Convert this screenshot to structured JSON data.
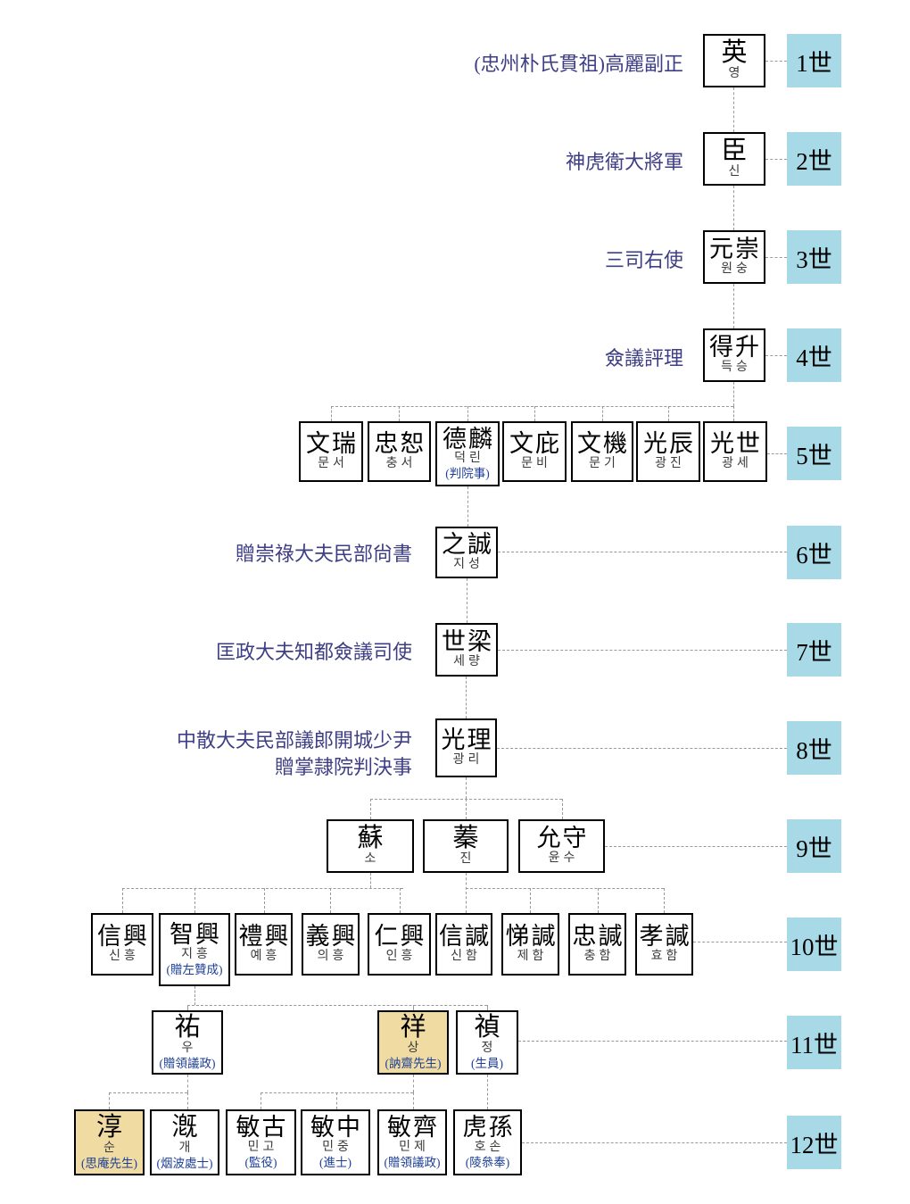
{
  "colors": {
    "badge_bg": "#a8d9e6",
    "highlight_bg": "#f0dca3",
    "side_label": "#3e3e85",
    "note_blue": "#1c3f96",
    "connector": "#999999"
  },
  "generations": [
    {
      "badge": "1世",
      "label": "(忠州朴氏貫祖)高麗副正",
      "persons": [
        {
          "hanja": "英",
          "hangul": "영"
        }
      ]
    },
    {
      "badge": "2世",
      "label": "神虎衛大將軍",
      "persons": [
        {
          "hanja": "臣",
          "hangul": "신"
        }
      ]
    },
    {
      "badge": "3世",
      "label": "三司右使",
      "persons": [
        {
          "hanja": "元崇",
          "hangul": "원숭"
        }
      ]
    },
    {
      "badge": "4世",
      "label": "僉議評理",
      "persons": [
        {
          "hanja": "得升",
          "hangul": "득승"
        }
      ]
    },
    {
      "badge": "5世",
      "persons": [
        {
          "hanja": "文瑞",
          "hangul": "문서"
        },
        {
          "hanja": "忠恕",
          "hangul": "충서"
        },
        {
          "hanja": "德麟",
          "hangul": "덕린",
          "note": "(判院事)"
        },
        {
          "hanja": "文庇",
          "hangul": "문비"
        },
        {
          "hanja": "文機",
          "hangul": "문기"
        },
        {
          "hanja": "光辰",
          "hangul": "광진"
        },
        {
          "hanja": "光世",
          "hangul": "광세"
        }
      ]
    },
    {
      "badge": "6世",
      "label": "贈崇祿大夫民部尙書",
      "persons": [
        {
          "hanja": "之誠",
          "hangul": "지성"
        }
      ]
    },
    {
      "badge": "7世",
      "label": "匡政大夫知都僉議司使",
      "persons": [
        {
          "hanja": "世梁",
          "hangul": "세량"
        }
      ]
    },
    {
      "badge": "8世",
      "label_lines": [
        "中散大夫民部議郞開城少尹",
        "贈掌隷院判決事"
      ],
      "persons": [
        {
          "hanja": "光理",
          "hangul": "광리"
        }
      ]
    },
    {
      "badge": "9世",
      "persons": [
        {
          "hanja": "蘇",
          "hangul": "소"
        },
        {
          "hanja": "蓁",
          "hangul": "진"
        },
        {
          "hanja": "允守",
          "hangul": "윤수"
        }
      ]
    },
    {
      "badge": "10世",
      "persons": [
        {
          "hanja": "信興",
          "hangul": "신흥"
        },
        {
          "hanja": "智興",
          "hangul": "지흥",
          "note": "(贈左贊成)"
        },
        {
          "hanja": "禮興",
          "hangul": "예흥"
        },
        {
          "hanja": "義興",
          "hangul": "의흥"
        },
        {
          "hanja": "仁興",
          "hangul": "인흥"
        },
        {
          "hanja": "信諴",
          "hangul": "신함"
        },
        {
          "hanja": "悌諴",
          "hangul": "제함"
        },
        {
          "hanja": "忠諴",
          "hangul": "충함"
        },
        {
          "hanja": "孝諴",
          "hangul": "효함"
        }
      ]
    },
    {
      "badge": "11世",
      "persons": [
        {
          "hanja": "祐",
          "hangul": "우",
          "note": "(贈領議政)"
        },
        {
          "hanja": "祥",
          "hangul": "상",
          "note": "(訥齋先生)",
          "highlight": true
        },
        {
          "hanja": "禎",
          "hangul": "정",
          "note": "(生員)"
        }
      ]
    },
    {
      "badge": "12世",
      "persons": [
        {
          "hanja": "淳",
          "hangul": "순",
          "note": "(思庵先生)",
          "highlight": true
        },
        {
          "hanja": "漑",
          "hangul": "개",
          "note": "(烟波處士)"
        },
        {
          "hanja": "敏古",
          "hangul": "민고",
          "note": "(監役)"
        },
        {
          "hanja": "敏中",
          "hangul": "민중",
          "note": "(進士)"
        },
        {
          "hanja": "敏齊",
          "hangul": "민제",
          "note": "(贈領議政)"
        },
        {
          "hanja": "虎孫",
          "hangul": "호손",
          "note": "(陵叅奉)"
        }
      ]
    }
  ]
}
